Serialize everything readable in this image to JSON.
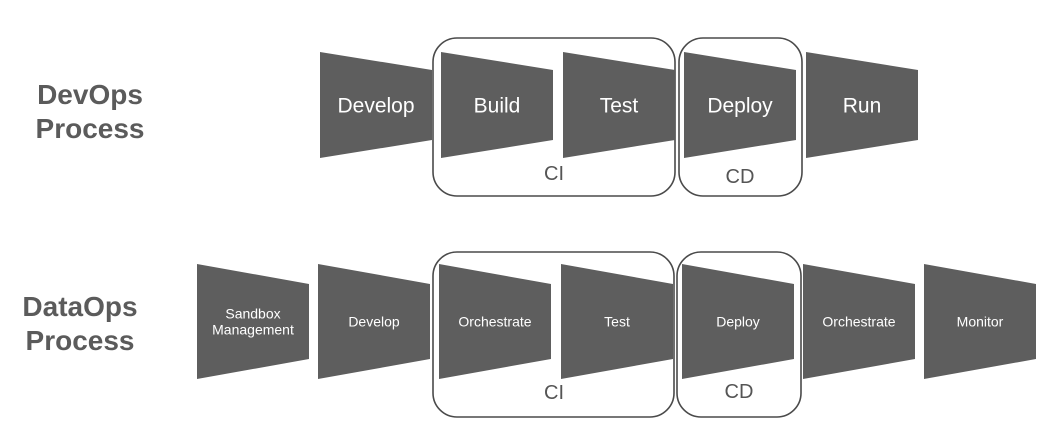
{
  "devops": {
    "title_line1": "DevOps",
    "title_line2": "Process",
    "stages": [
      {
        "label": "Develop"
      },
      {
        "label": "Build"
      },
      {
        "label": "Test"
      },
      {
        "label": "Deploy"
      },
      {
        "label": "Run"
      }
    ],
    "groups": [
      {
        "label": "CI"
      },
      {
        "label": "CD"
      }
    ]
  },
  "dataops": {
    "title_line1": "DataOps",
    "title_line2": "Process",
    "stages": [
      {
        "label": "Sandbox\nManagement"
      },
      {
        "label": "Develop"
      },
      {
        "label": "Orchestrate"
      },
      {
        "label": "Test"
      },
      {
        "label": "Deploy"
      },
      {
        "label": "Orchestrate"
      },
      {
        "label": "Monitor"
      }
    ],
    "groups": [
      {
        "label": "CI"
      },
      {
        "label": "CD"
      }
    ]
  },
  "colors": {
    "stage_fill": "#5e5e5e",
    "group_stroke": "#4a4a4a",
    "title_text": "#5b5b5b",
    "group_text": "#555555"
  }
}
